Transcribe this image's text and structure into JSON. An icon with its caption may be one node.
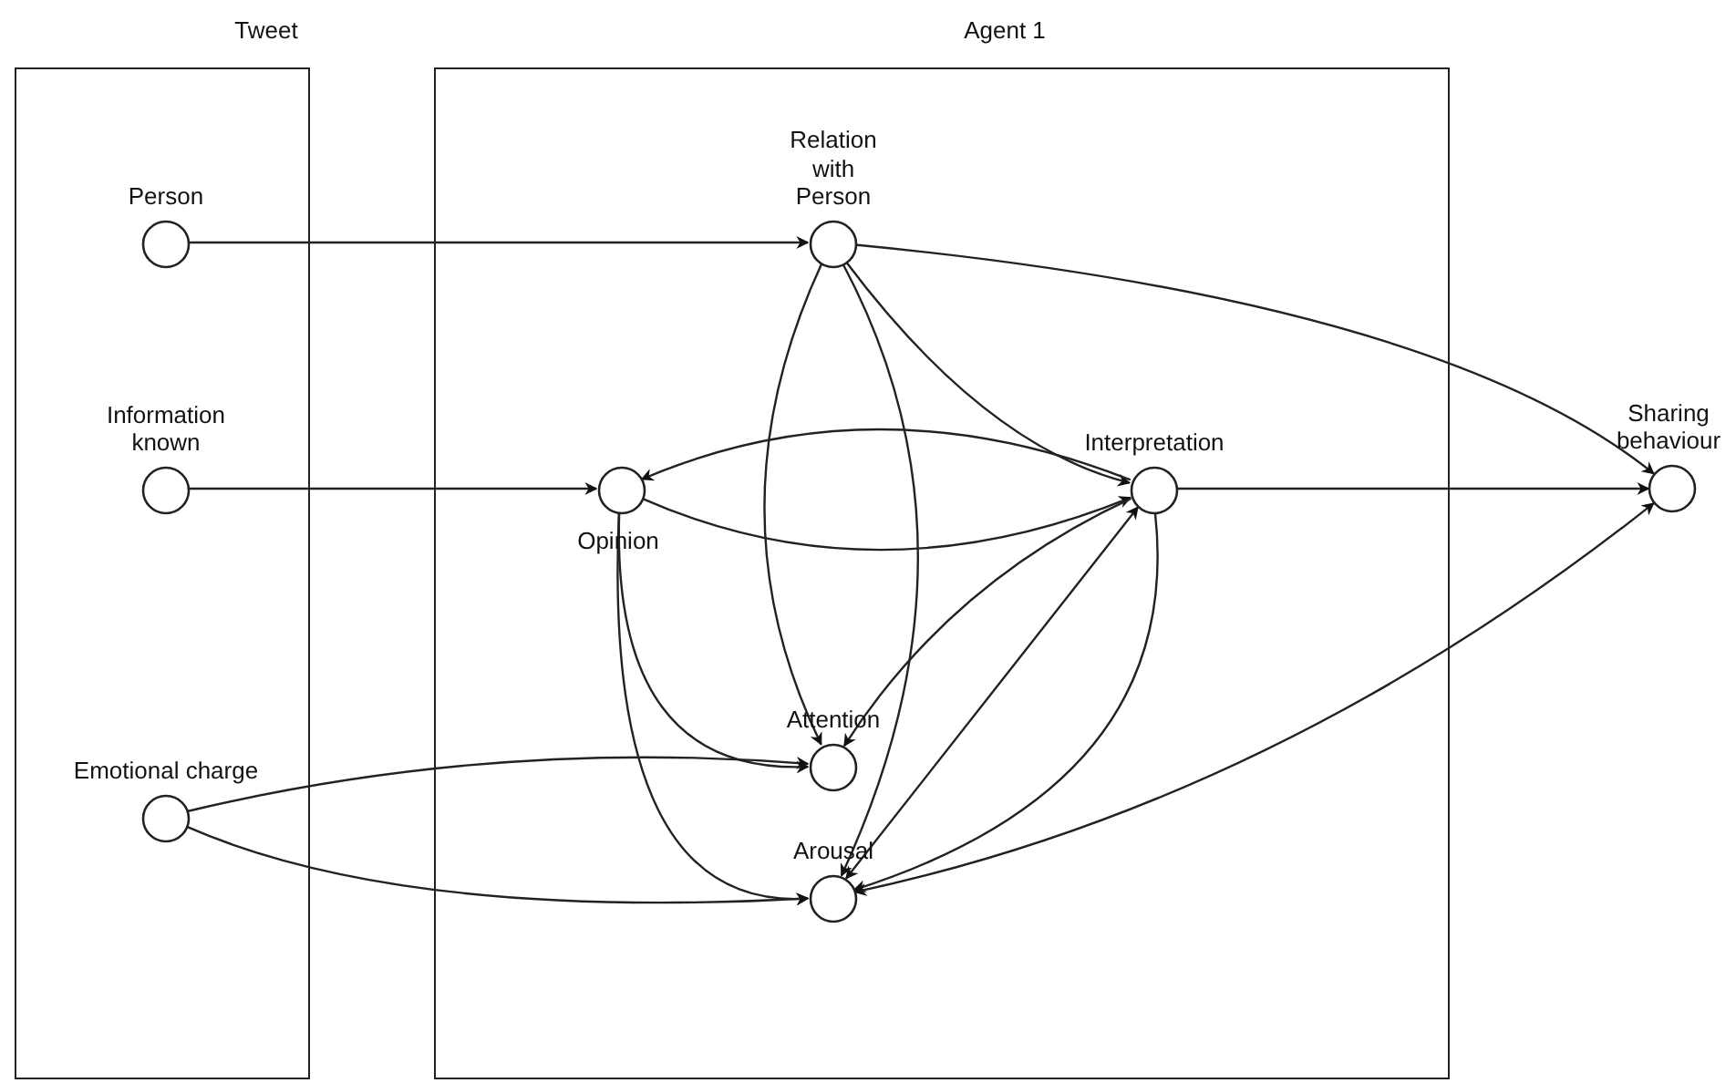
{
  "diagram": {
    "nodes": [
      {
        "text": [
          "Tweet"
        ]
      },
      {
        "text": [
          "Agent 1"
        ]
      },
      {
        "text": [
          "Person"
        ],
        "in": 0
      },
      {
        "text": [
          "Information known"
        ],
        "in": 0
      },
      {
        "text": [
          "Emotional charge"
        ],
        "in": 0
      },
      {
        "text": [
          "Relation with Person"
        ],
        "in": 1
      },
      {
        "text": [
          "Opinion"
        ],
        "in": 1
      },
      {
        "text": [
          "Interpretation"
        ],
        "in": 1
      },
      {
        "text": [
          "Attention"
        ],
        "in": 1
      },
      {
        "text": [
          "Arousal"
        ],
        "in": 1
      },
      {
        "text": [
          "Sharing behaviour"
        ]
      }
    ],
    "edges": [
      {
        "from": 2,
        "to": 5,
        "arrow": "to"
      },
      {
        "from": 3,
        "to": 6,
        "arrow": "to"
      },
      {
        "from": 4,
        "to": 8,
        "arrow": "to"
      },
      {
        "from": 4,
        "to": 9,
        "arrow": "to"
      },
      {
        "from": 5,
        "to": 10,
        "arrow": "to"
      },
      {
        "from": 5,
        "to": 7,
        "arrow": "to"
      },
      {
        "from": 5,
        "to": 8,
        "arrow": "to"
      },
      {
        "from": 5,
        "to": 9,
        "arrow": "to"
      },
      {
        "from": 7,
        "to": 6,
        "arrow": "to"
      },
      {
        "from": 6,
        "to": 7,
        "arrow": "to"
      },
      {
        "from": 6,
        "to": 8,
        "arrow": "to"
      },
      {
        "from": 6,
        "to": 9,
        "arrow": "to"
      },
      {
        "from": 7,
        "to": 10,
        "arrow": "to"
      },
      {
        "from": 7,
        "to": 8,
        "arrow": "to"
      },
      {
        "from": 7,
        "to": 9,
        "arrow": "both"
      },
      {
        "from": 7,
        "to": 9,
        "arrow": "to"
      },
      {
        "from": 9,
        "to": 10,
        "arrow": "both"
      }
    ]
  }
}
